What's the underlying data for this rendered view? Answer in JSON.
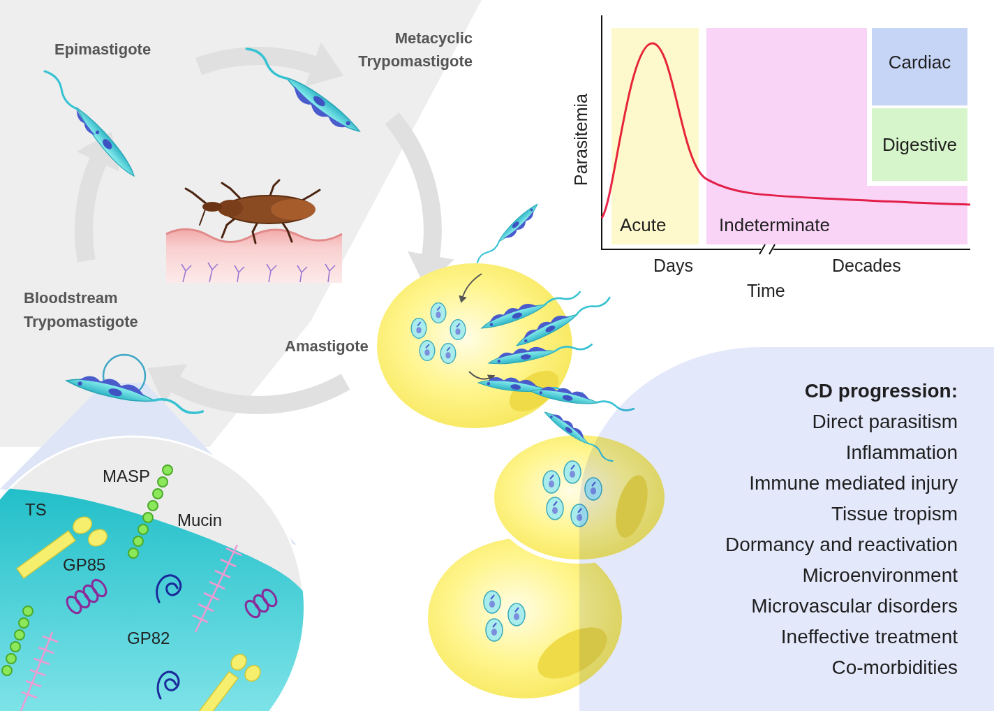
{
  "diagram": {
    "nodes": [
      {
        "text": [
          "Acute"
        ]
      },
      {
        "text": [
          "Indeterminate"
        ]
      },
      {
        "text": [
          "Cardiac"
        ]
      },
      {
        "text": [
          "Digestive"
        ]
      },
      {
        "text": [
          "CD progression:",
          "Direct parasitism",
          "Inflammation",
          "Immune mediated injury",
          "Tissue tropism",
          "Dormancy and reactivation",
          "Microenvironment",
          "Microvascular disorders",
          "Ineffective treatment",
          "Co-morbidities"
        ]
      }
    ],
    "labels": [
      "Epimastigote",
      "Metacyclic Trypomastigote",
      "Bloodstream Trypomastigote",
      "Amastigote",
      "MASP",
      "TS",
      "Mucin",
      "GP85",
      "GP82",
      "Parasitemia",
      "Days",
      "Decades",
      "Time"
    ]
  }
}
